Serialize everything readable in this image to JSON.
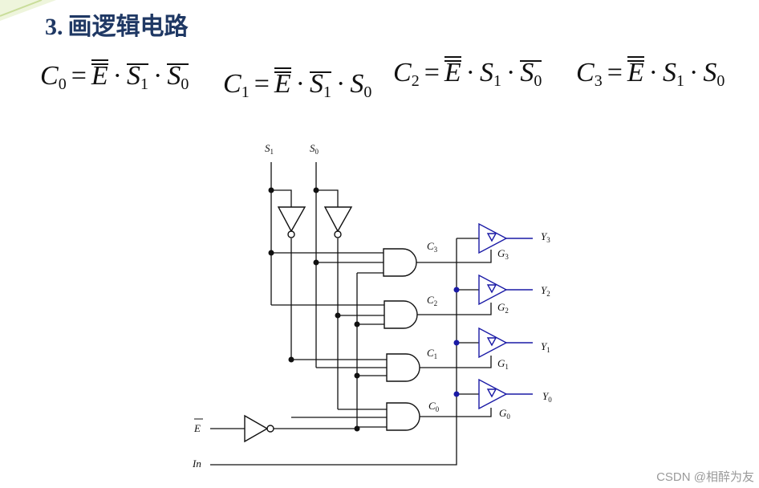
{
  "slide": {
    "title_number": "3.",
    "title_text": "画逻辑电路",
    "watermark": "CSDN @相醉为友"
  },
  "equations": [
    {
      "lhs": "C",
      "lhs_sub": "0",
      "E": "E",
      "S1": "S",
      "S1_sub": "1",
      "S0": "S",
      "S0_sub": "0"
    },
    {
      "lhs": "C",
      "lhs_sub": "1",
      "E": "E",
      "S1": "S",
      "S1_sub": "1",
      "S0": "S",
      "S0_sub": "0"
    },
    {
      "lhs": "C",
      "lhs_sub": "2",
      "E": "E",
      "S1": "S",
      "S1_sub": "1",
      "S0": "S",
      "S0_sub": "0"
    },
    {
      "lhs": "C",
      "lhs_sub": "3",
      "E": "E",
      "S1": "S",
      "S1_sub": "1",
      "S0": "S",
      "S0_sub": "0"
    }
  ],
  "operators": {
    "eq": "=",
    "dot": "·"
  },
  "circuit": {
    "inputs": {
      "s1": "S",
      "s1_sub": "1",
      "s0": "S",
      "s0_sub": "0",
      "e": "E",
      "in": "In"
    },
    "gates": [
      {
        "c": "C",
        "c_sub": "3",
        "g": "G",
        "g_sub": "3",
        "y": "Y",
        "y_sub": "3"
      },
      {
        "c": "C",
        "c_sub": "2",
        "g": "G",
        "g_sub": "2",
        "y": "Y",
        "y_sub": "2"
      },
      {
        "c": "C",
        "c_sub": "1",
        "g": "G",
        "g_sub": "1",
        "y": "Y",
        "y_sub": "1"
      },
      {
        "c": "C",
        "c_sub": "0",
        "g": "G",
        "g_sub": "0",
        "y": "Y",
        "y_sub": "0"
      }
    ],
    "colors": {
      "wire": "#111111",
      "buffer": "#1a1aa6",
      "title": "#1f3864"
    }
  }
}
